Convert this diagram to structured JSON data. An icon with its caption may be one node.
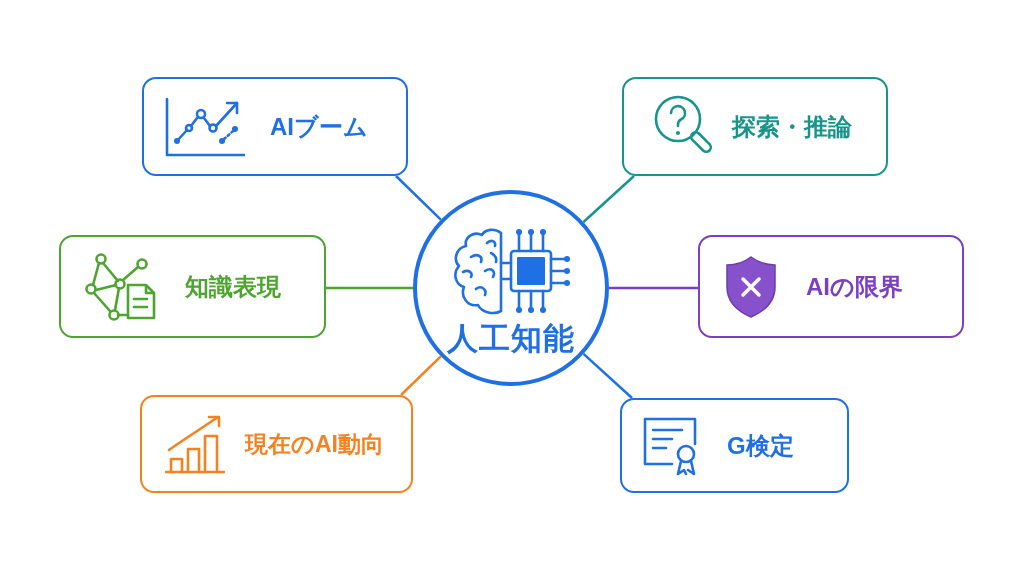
{
  "diagram": {
    "nodes": [
      {
        "text": [
          "AIブーム"
        ]
      },
      {
        "text": [
          "探索・推論"
        ]
      },
      {
        "text": [
          "知識表現"
        ]
      },
      {
        "text": [
          "人工知能"
        ]
      },
      {
        "text": [
          "AIの限界"
        ]
      },
      {
        "text": [
          "現在のAI動向"
        ]
      },
      {
        "text": [
          "G検定"
        ]
      }
    ],
    "edges": [
      {
        "from": 3,
        "to": 0,
        "arrow": "none",
        "color": "#1f6fe5"
      },
      {
        "from": 3,
        "to": 1,
        "arrow": "none",
        "color": "#17958a"
      },
      {
        "from": 3,
        "to": 2,
        "arrow": "none",
        "color": "#4da52f"
      },
      {
        "from": 3,
        "to": 4,
        "arrow": "none",
        "color": "#7b3fc6"
      },
      {
        "from": 3,
        "to": 5,
        "arrow": "none",
        "color": "#f5821f"
      },
      {
        "from": 3,
        "to": 6,
        "arrow": "none",
        "color": "#1f6fe5"
      }
    ]
  }
}
